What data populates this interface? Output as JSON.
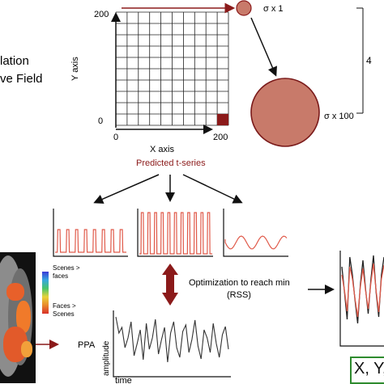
{
  "labels": {
    "title_line1": "lation",
    "title_line2": "ve Field",
    "grid_y_max": "200",
    "grid_y_min": "0",
    "grid_x_min": "0",
    "grid_x_max": "200",
    "y_axis": "Y axis",
    "x_axis": "X axis",
    "sigma_small": "σ x 1",
    "sigma_large": "σ x 100",
    "side_number": "4",
    "predicted": "Predicted t-series",
    "scenes_faces": "Scenes >\nfaces",
    "faces_scenes": "Faces >\nScenes",
    "optimization_line1": "Optimization to reach min",
    "optimization_line2": "(RSS)",
    "ppa": "PPA",
    "amplitude": "amplitude",
    "time": "time",
    "result": "X, Y,"
  },
  "colors": {
    "accent_red": "#8b1a1a",
    "trace_red": "#e05a4a",
    "circle_fill": "#c87a6a",
    "result_border": "#2e8b2e"
  }
}
